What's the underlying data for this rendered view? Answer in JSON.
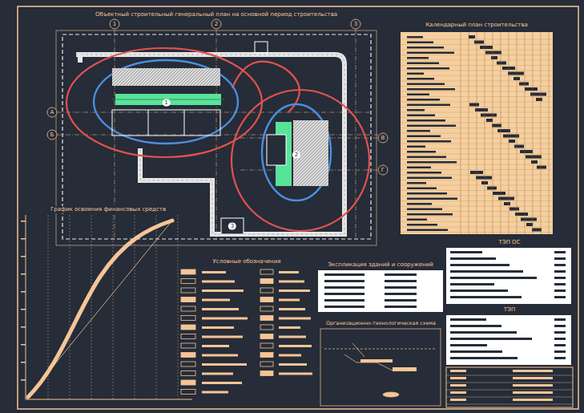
{
  "diagram": {
    "nodes": [
      {
        "text": [
          "Объектный строительный генеральный план на основной период строительства"
        ]
      },
      {
        "text": [
          "1"
        ],
        "in": 0
      },
      {
        "text": [
          "2"
        ],
        "in": 0
      },
      {
        "text": [
          "3"
        ],
        "in": 0
      },
      {
        "text": [
          "Календарный план строительства"
        ]
      },
      {
        "text": [
          "График освоения финансовых средств"
        ]
      },
      {
        "text": [
          "Условные обозначения"
        ]
      },
      {
        "text": [
          "Экспликация зданий и сооружений"
        ]
      },
      {
        "text": [
          "Организационно-технологическая схема"
        ]
      },
      {
        "text": [
          "ТЭП ОС"
        ]
      },
      {
        "text": [
          "ТЭП"
        ]
      }
    ],
    "labels": [
      "1",
      "2",
      "3",
      "А",
      "Б",
      "В",
      "Г"
    ]
  }
}
